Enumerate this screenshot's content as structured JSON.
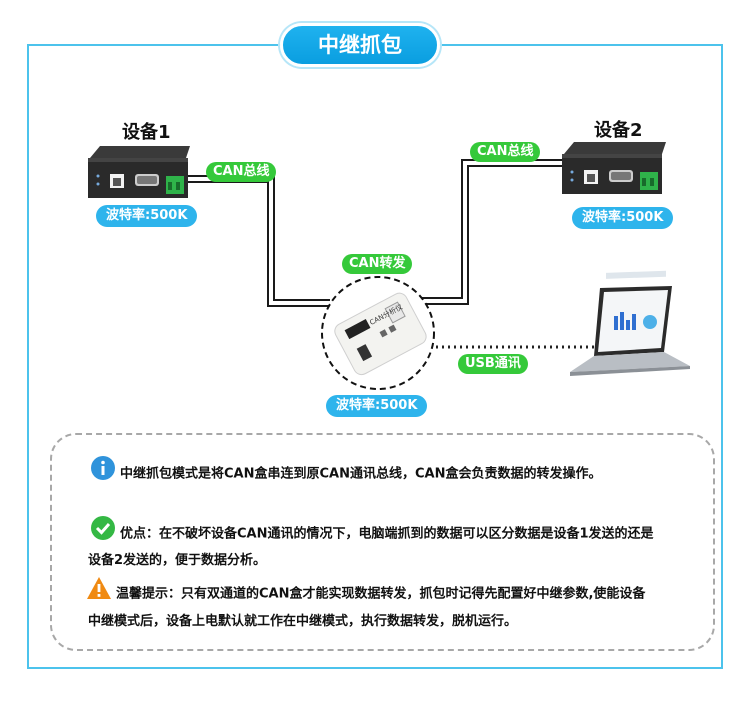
{
  "title": "中继抓包",
  "device1": {
    "label": "设备1",
    "baud": "波特率:500K"
  },
  "device2": {
    "label": "设备2",
    "baud": "波特率:500K"
  },
  "can_box": {
    "label": "CAN转发",
    "baud": "波特率:500K",
    "brand_text": "CAN分析仪"
  },
  "links": {
    "can_bus_left": "CAN总线",
    "can_bus_right": "CAN总线",
    "usb": "USB通讯"
  },
  "notes": {
    "info_icon": "info-icon",
    "info": "中继抓包模式是将CAN盒串连到原CAN通讯总线，CAN盒会负责数据的转发操作。",
    "advantage_icon": "check-icon",
    "advantage_line1": "优点：在不破坏设备CAN通讯的情况下，电脑端抓到的数据可以区分数据是设备1发送的还是",
    "advantage_line2": "设备2发送的，便于数据分析。",
    "warning_icon": "warning-icon",
    "warning_line1": "温馨提示：只有双通道的CAN盒才能实现数据转发，抓包时记得先配置好中继参数,使能设备",
    "warning_line2": "中继模式后，设备上电默认就工作在中继模式，执行数据转发，脱机运行。"
  },
  "colors": {
    "frame": "#4cc3ec",
    "title": "#0a9ee0",
    "baud": "#2eb4ec",
    "tag": "#35c93a",
    "warning": "#f08a12"
  }
}
